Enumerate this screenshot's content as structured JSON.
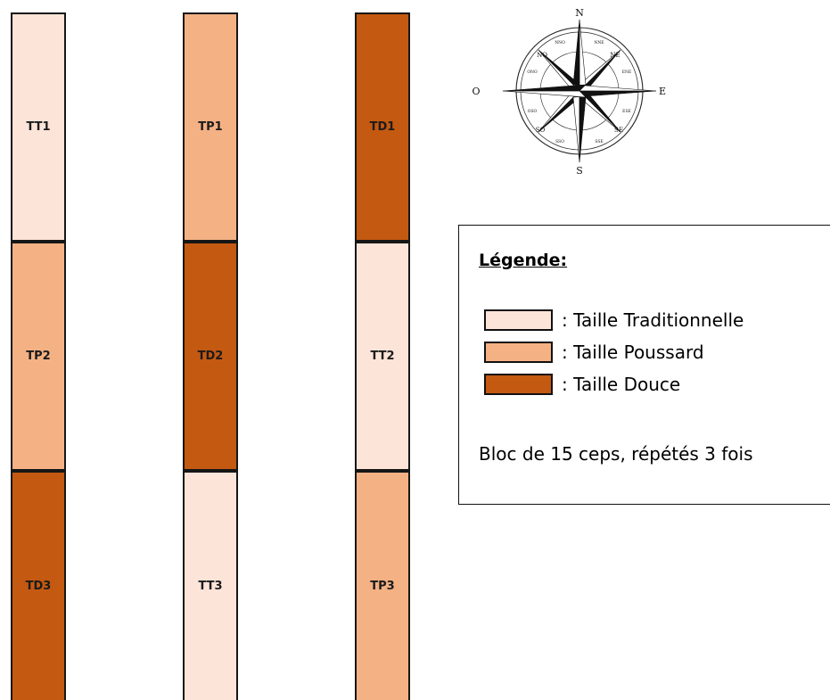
{
  "treatments": {
    "TT": {
      "name": "Taille Traditionnelle",
      "color": "#fce4d8"
    },
    "TP": {
      "name": "Taille Poussard",
      "color": "#f4b184"
    },
    "TD": {
      "name": "Taille Douce",
      "color": "#c45911"
    }
  },
  "columns": [
    {
      "cells": [
        {
          "label": "TT1",
          "type": "TT"
        },
        {
          "label": "TP2",
          "type": "TP"
        },
        {
          "label": "TD3",
          "type": "TD"
        }
      ]
    },
    {
      "cells": [
        {
          "label": "TP1",
          "type": "TP"
        },
        {
          "label": "TD2",
          "type": "TD"
        },
        {
          "label": "TT3",
          "type": "TT"
        }
      ]
    },
    {
      "cells": [
        {
          "label": "TD1",
          "type": "TD"
        },
        {
          "label": "TT2",
          "type": "TT"
        },
        {
          "label": "TP3",
          "type": "TP"
        }
      ]
    }
  ],
  "legend": {
    "title": "Légende:",
    "items": [
      {
        "text": ": Taille Traditionnelle",
        "color": "#fce4d8"
      },
      {
        "text": ": Taille Poussard",
        "color": "#f4b184"
      },
      {
        "text": ": Taille Douce",
        "color": "#c45911"
      }
    ],
    "note": "Bloc de 15 ceps, répétés 3 fois"
  },
  "compass": {
    "icon": "compass-rose-icon",
    "cardinals": {
      "n": "N",
      "s": "S",
      "e": "E",
      "w": "O"
    },
    "intercardinals": {
      "ne": "NE",
      "no": "NO",
      "se": "SE",
      "so": "SO"
    },
    "ticks": {
      "nne": "NNE",
      "nno": "NNO",
      "ene": "ENE",
      "ono": "ONO",
      "ese": "ESE",
      "oso": "OSO",
      "sse": "SSE",
      "sso": "SSO"
    }
  }
}
